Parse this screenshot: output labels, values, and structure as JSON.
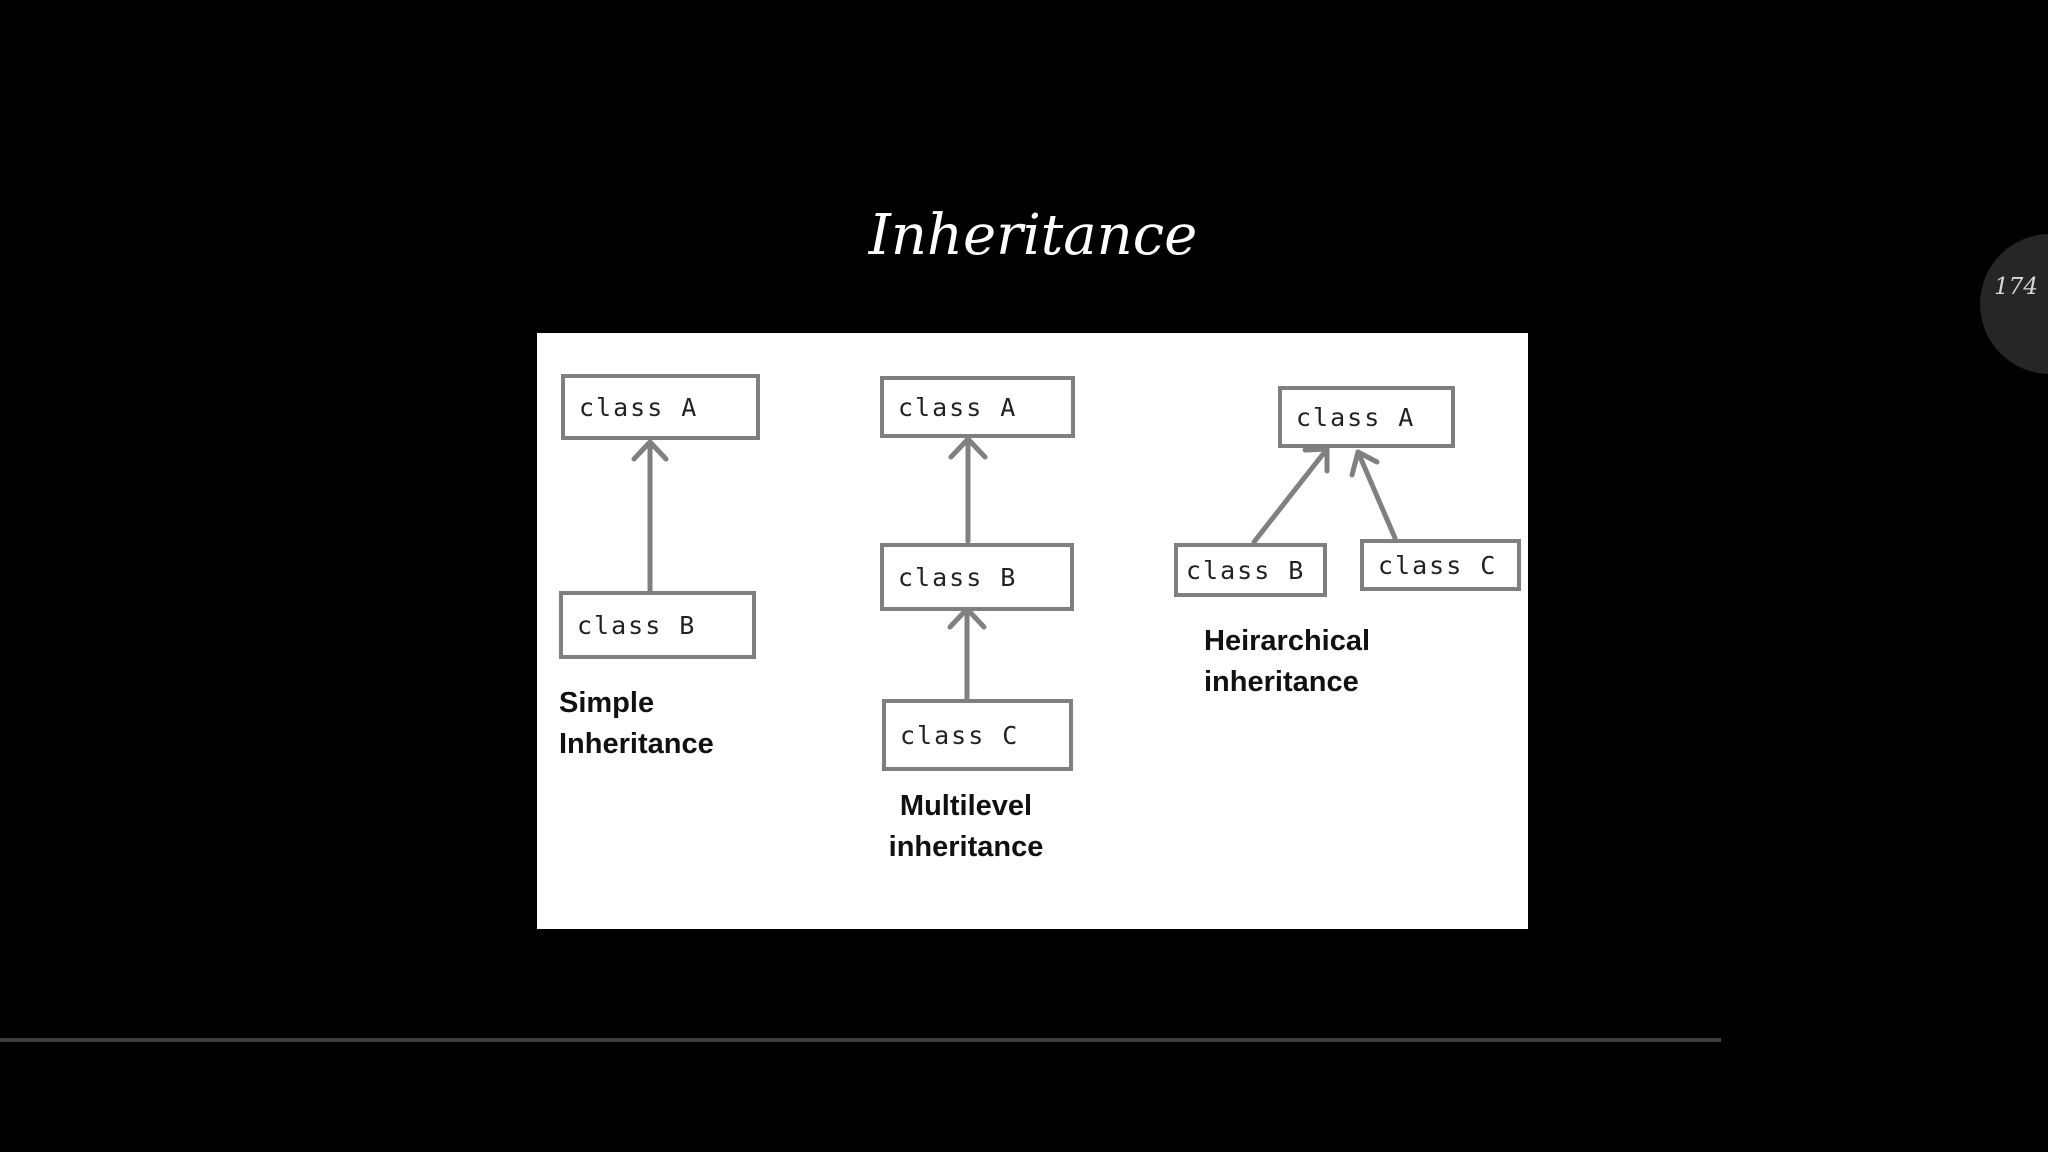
{
  "slide": {
    "title": "Inheritance",
    "page_number": "174"
  },
  "diagram": {
    "simple": {
      "parent": "class A",
      "child": "class B",
      "caption": "Simple\nInheritance"
    },
    "multilevel": {
      "top": "class A",
      "middle": "class B",
      "bottom": "class C",
      "caption": "Multilevel\ninheritance"
    },
    "hierarchical": {
      "parent": "class A",
      "left_child": "class B",
      "right_child": "class C",
      "caption": "Heirarchical\ninheritance"
    }
  },
  "colors": {
    "background": "#000000",
    "panel": "#ffffff",
    "box_border": "#7f7f7f",
    "arrow": "#808080",
    "title": "#ffffff"
  }
}
